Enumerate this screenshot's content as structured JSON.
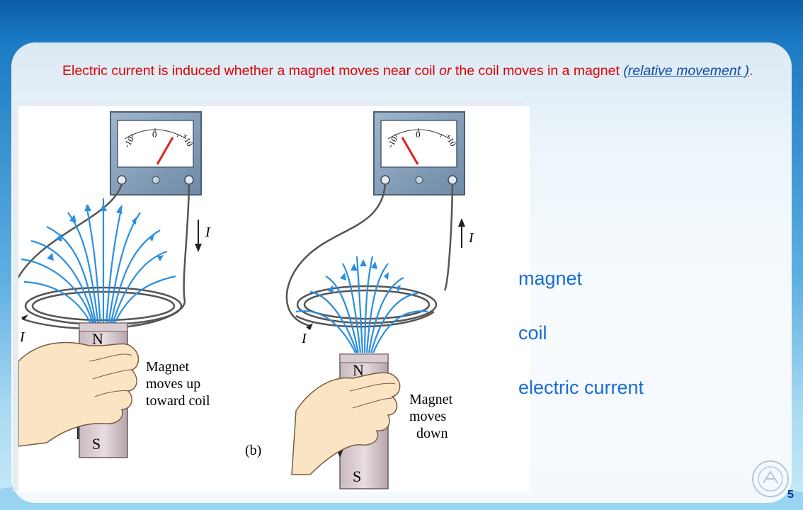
{
  "slide": {
    "headline_parts": {
      "p1": "Electric current is induced whether  a magnet moves near coil ",
      "p2": "or",
      "p3": " the coil moves in a magnet ",
      "p4": "(relative movement )",
      "p5": "."
    },
    "terms": [
      "magnet",
      "coil",
      "electric current"
    ],
    "page_number": "5"
  },
  "figure": {
    "a": {
      "meter_scale": [
        "-10",
        "0",
        "+10"
      ],
      "current_symbol": "I",
      "magnet_top": "N",
      "magnet_bottom": "S",
      "caption_lines": [
        "Magnet",
        "moves up",
        "toward coil"
      ]
    },
    "b": {
      "meter_scale": [
        "-10",
        "0",
        "+10"
      ],
      "current_symbol": "I",
      "magnet_top": "N",
      "magnet_bottom": "S",
      "caption_lines": [
        "Magnet",
        "moves",
        "down"
      ],
      "panel_label": "(b)"
    }
  },
  "colors": {
    "headline": "#e00000",
    "terms": "#1a6ed0",
    "field_lines": "#2a8fe0",
    "needle": "#e02020"
  }
}
